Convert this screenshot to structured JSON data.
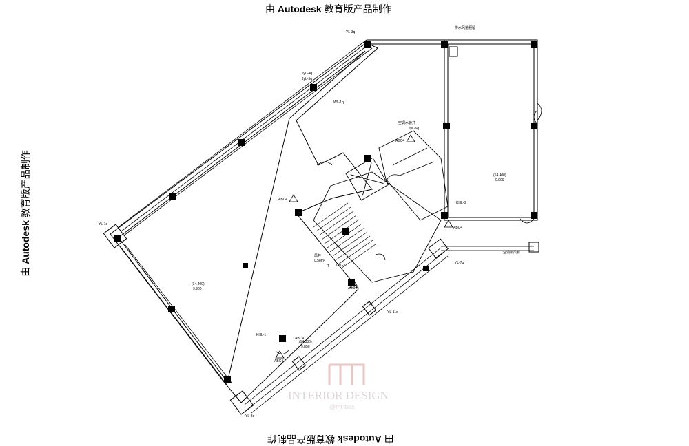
{
  "stamps": {
    "prefix": "由",
    "brand": "Autodesk",
    "suffix": "教育版产品制作"
  },
  "plan_labels": {
    "corner_top": "YL-3q",
    "corner_left": "YL-1q",
    "corner_bottom": "YL-8q",
    "corner_right": "YL-7q",
    "shaft_note": "排水风道预留",
    "stair_note": "空调水管井",
    "kl1": "KHL-1",
    "kl2": "KHL-2",
    "kl3": "KHL-3",
    "abc_a": "ABC4",
    "abc_b": "ABC4",
    "abc_c": "ABC4",
    "abc_d": "ABC4",
    "abc_e": "ABC4",
    "abc_f": "ABC4",
    "elev_main": "(14.400)",
    "elev_main_sub": "9.900",
    "elev_right": "(14.400)",
    "elev_right_sub": "9.900",
    "elev_small": "(14.350)",
    "elev_small_sub": "9.850",
    "area_note": "0.58m²",
    "area_label": "风井",
    "tag_t": "T",
    "tag_j1": "JyL-4q",
    "tag_j2": "JyL-5q",
    "tag_j3": "JyL-6q",
    "tag_w": "WL-1q",
    "tag_w2": "YL-11q",
    "tag_fm": "空调新风机"
  },
  "watermark": {
    "line1": "INTERIOR DESIGN",
    "line2": "@mt-bbs"
  }
}
